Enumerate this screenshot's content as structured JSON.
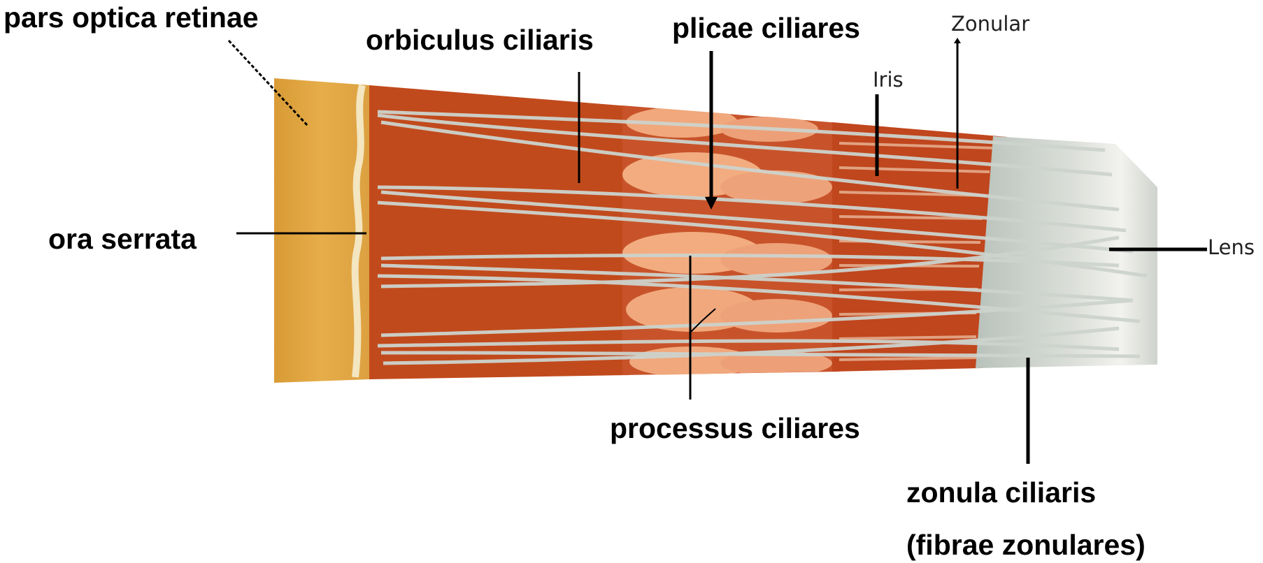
{
  "labels": {
    "pars_optica_retinae": "pars optica retinae",
    "orbiculus_ciliaris": "orbiculus ciliaris",
    "plicae_ciliares": "plicae ciliares",
    "zonular": "Zonular",
    "iris": "Iris",
    "ora_serrata": "ora serrata",
    "lens": "Lens",
    "processus_ciliares": "processus ciliares",
    "zonula_ciliaris": "zonula ciliaris",
    "fibrae_zonulares": "(fibrae zonulares)"
  },
  "colors": {
    "retina": "#e1a640",
    "ciliary_body": "#c14a1c",
    "processes": "#f0a87c",
    "iris_band": "#c0461d",
    "zonule_fibers": "#c8cfc8",
    "lens": "#c9cec8",
    "leader_lines": "#000000"
  }
}
